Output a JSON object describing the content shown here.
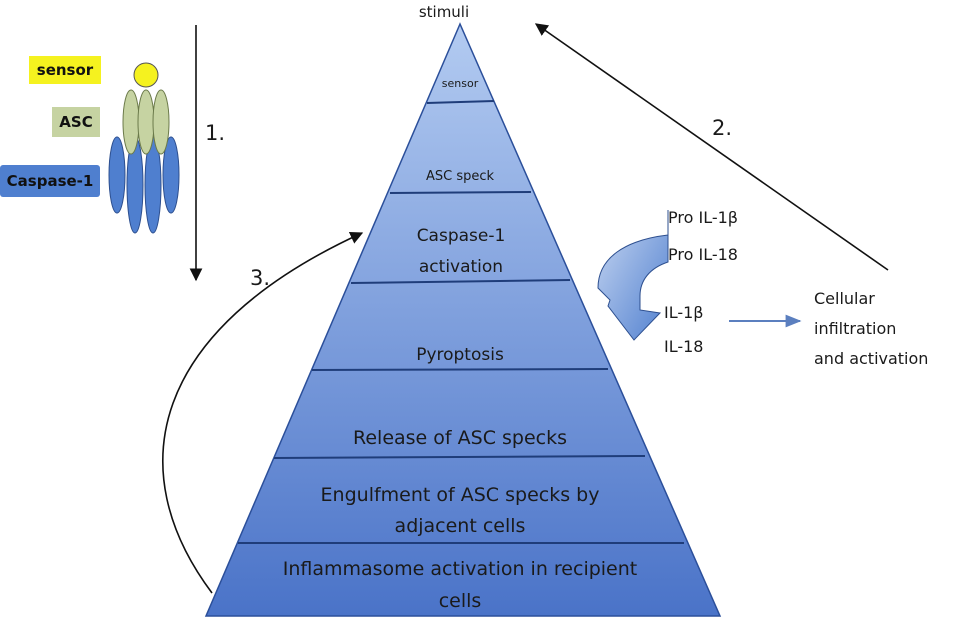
{
  "top_label": "stimuli",
  "legend": {
    "sensor": "sensor",
    "asc": "ASC",
    "caspase": "Caspase-1"
  },
  "steps": {
    "one": "1.",
    "two": "2.",
    "three": "3."
  },
  "pyramid_levels": [
    {
      "lines": [
        "sensor"
      ]
    },
    {
      "lines": [
        "ASC speck"
      ]
    },
    {
      "lines": [
        "Caspase-1",
        "activation"
      ]
    },
    {
      "lines": [
        "Pyroptosis"
      ]
    },
    {
      "lines": [
        "Release of ASC specks"
      ]
    },
    {
      "lines": [
        "Engulfment of ASC specks by",
        "adjacent cells"
      ]
    },
    {
      "lines": [
        "Inflammasome activation in recipient",
        "cells"
      ]
    }
  ],
  "cytokines": {
    "pro_il1b": "Pro IL-1β",
    "pro_il18": "Pro IL-18",
    "il1b": "IL-1β",
    "il18": "IL-18"
  },
  "outcome": {
    "line1": "Cellular",
    "line2": "infiltration",
    "line3": "and activation"
  },
  "colors": {
    "sensor_yellow": "#f5f21f",
    "asc_green": "#c6d3a2",
    "caspase_blue": "#4f7fcf",
    "pyramid_top": "#aac4ee",
    "pyramid_bottom": "#4a74c9",
    "outcome_arrow": "#5b7fbf"
  }
}
